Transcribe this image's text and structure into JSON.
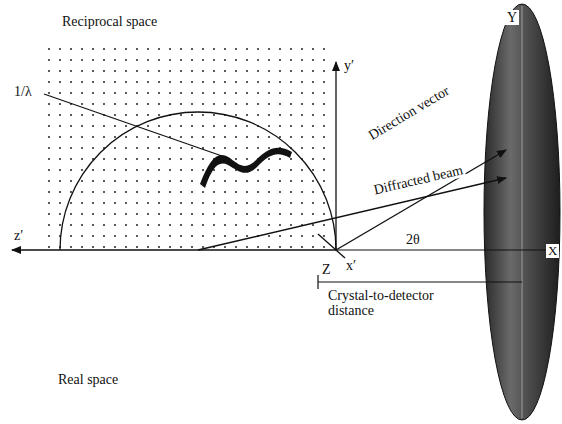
{
  "diagram": {
    "labels": [
      "Reciprocal space",
      "1/λ",
      "y′",
      "Direction vector",
      "Diffracted beam",
      "z′",
      "x′",
      "2θ",
      "Y",
      "X",
      "Z",
      "Crystal-to-detector distance",
      "Real space"
    ]
  }
}
